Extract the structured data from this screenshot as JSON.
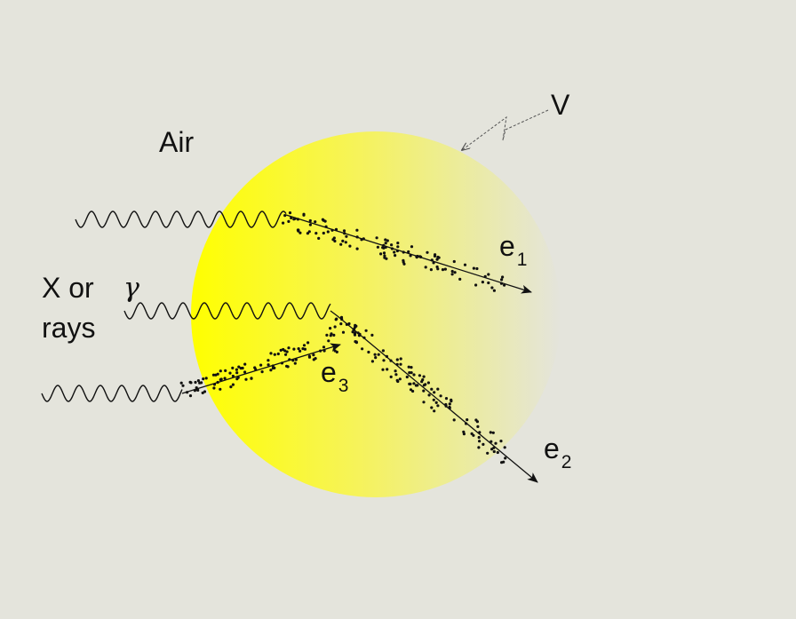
{
  "labels": {
    "air": "Air",
    "volume": "V",
    "xor": "X or",
    "gamma": "γ",
    "rays": "rays"
  },
  "electrons": [
    {
      "base": "e",
      "sub": "1"
    },
    {
      "base": "e",
      "sub": "2"
    },
    {
      "base": "e",
      "sub": "3"
    }
  ],
  "colors": {
    "background": "#e4e4dc",
    "sphere_core": "#ffff00",
    "sphere_edge": "#e4e4dc",
    "lines": "#111111"
  }
}
